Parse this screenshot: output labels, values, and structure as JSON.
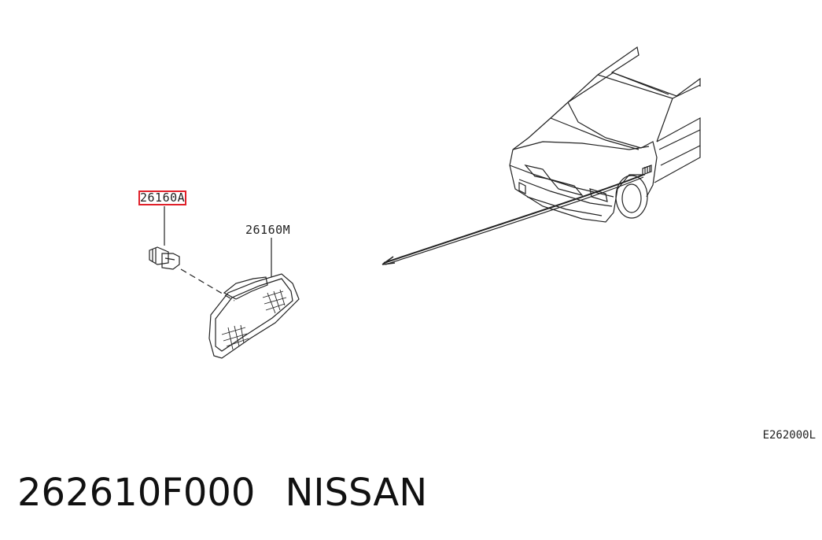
{
  "diagram": {
    "callouts": [
      {
        "id": "bulb",
        "label": "26160A",
        "highlighted": true
      },
      {
        "id": "lamp",
        "label": "26160M",
        "highlighted": false
      }
    ],
    "diagram_code": "E262000L",
    "highlight_color": "#e0202a",
    "icons": [
      "car-illustration",
      "bulb-icon",
      "side-marker-lamp-icon",
      "arrow-icon"
    ]
  },
  "footer": {
    "part_number": "262610F000",
    "brand": "NISSAN"
  }
}
